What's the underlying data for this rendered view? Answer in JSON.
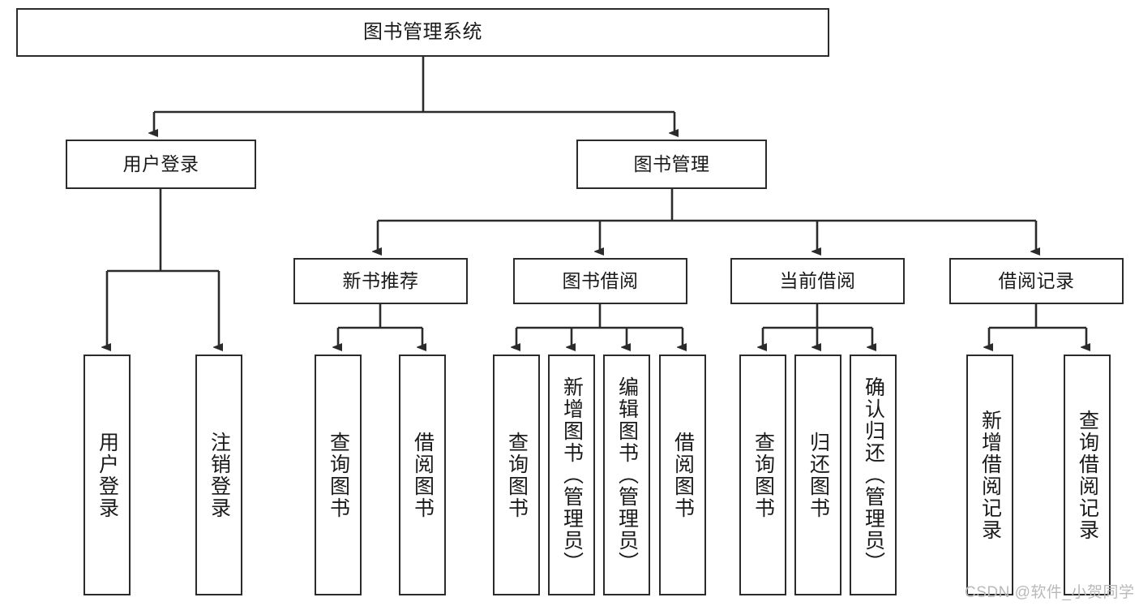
{
  "diagram": {
    "type": "tree",
    "title": "图书管理系统",
    "watermark": "CSDN @软件_小贺同学",
    "colors": {
      "stroke": "#2b2b2b",
      "fill": "#ffffff",
      "text": "#1a1a1a",
      "watermark": "#b9b9b9"
    },
    "nodes": {
      "root": {
        "label": "图书管理系统"
      },
      "level2": [
        {
          "label": "用户登录"
        },
        {
          "label": "图书管理"
        }
      ],
      "level3": [
        {
          "label": "新书推荐"
        },
        {
          "label": "图书借阅"
        },
        {
          "label": "当前借阅"
        },
        {
          "label": "借阅记录"
        }
      ],
      "leaves": {
        "user_login": [
          {
            "label": "用户登录"
          },
          {
            "label": "注销登录"
          }
        ],
        "new_book": [
          {
            "label": "查询图书"
          },
          {
            "label": "借阅图书"
          }
        ],
        "book_borrow": [
          {
            "label": "查询图书"
          },
          {
            "label": "新增图书（管理员）"
          },
          {
            "label": "编辑图书（管理员）"
          },
          {
            "label": "借阅图书"
          }
        ],
        "current_borrow": [
          {
            "label": "查询图书"
          },
          {
            "label": "归还图书"
          },
          {
            "label": "确认归还（管理员）"
          }
        ],
        "borrow_record": [
          {
            "label": "新增借阅记录"
          },
          {
            "label": "查询借阅记录"
          }
        ]
      }
    }
  }
}
